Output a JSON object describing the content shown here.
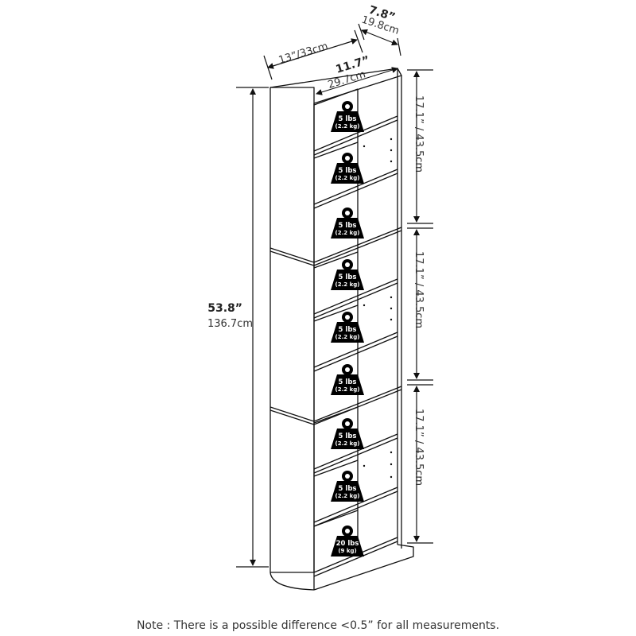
{
  "dimensions": {
    "depth_in": "7.8”",
    "depth_cm": "19.8cm",
    "outer_width": "13”/33cm",
    "inner_width_in": "11.7”",
    "inner_width_cm": "29.7cm",
    "height_in": "53.8”",
    "height_cm": "136.7cm",
    "section_height": "17.1” / 43.5cm"
  },
  "shelves": [
    {
      "lbs": "5 lbs",
      "kg": "(2.2 kg)"
    },
    {
      "lbs": "5 lbs",
      "kg": "(2.2 kg)"
    },
    {
      "lbs": "5 lbs",
      "kg": "(2.2 kg)"
    },
    {
      "lbs": "5 lbs",
      "kg": "(2.2 kg)"
    },
    {
      "lbs": "5 lbs",
      "kg": "(2.2 kg)"
    },
    {
      "lbs": "5 lbs",
      "kg": "(2.2 kg)"
    },
    {
      "lbs": "5 lbs",
      "kg": "(2.2 kg)"
    },
    {
      "lbs": "5 lbs",
      "kg": "(2.2 kg)"
    },
    {
      "lbs": "20 lbs",
      "kg": "(9 kg)"
    }
  ],
  "note": "Note : There is a possible difference <0.5” for all measurements."
}
